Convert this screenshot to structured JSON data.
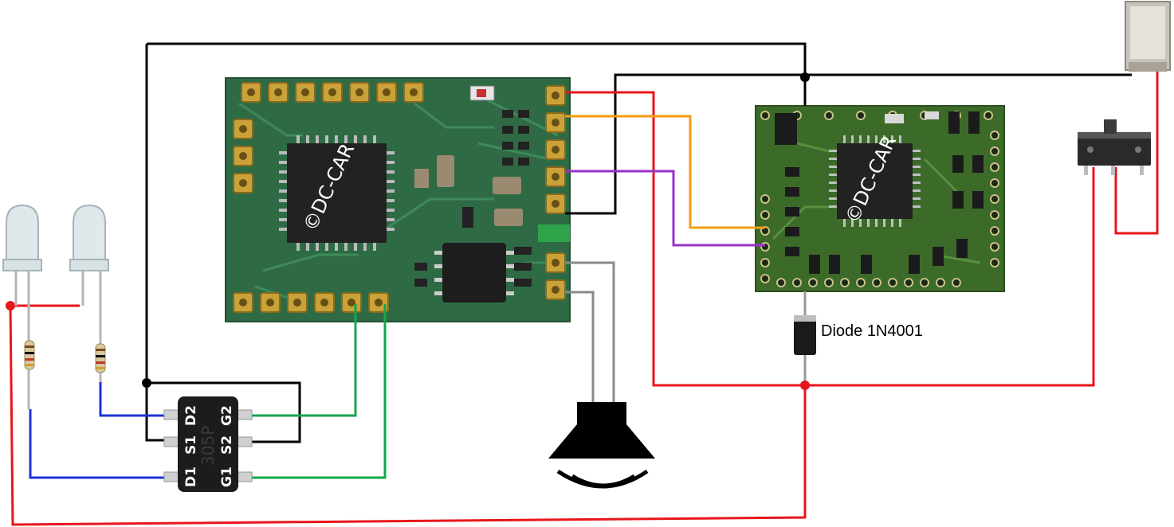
{
  "diagram": {
    "watermark_left": "©DC-CAR",
    "watermark_right": "©DC-CAR",
    "diode_label": "Diode 1N4001",
    "mosfet": {
      "marking": "305P",
      "pins_top": [
        "D2",
        "G2"
      ],
      "pins_middle": [
        "S1",
        "S2"
      ],
      "pins_bottom": [
        "D1",
        "G1"
      ]
    },
    "wire_colors": {
      "black": "#000000",
      "red": "#e8161b",
      "orange": "#f39c12",
      "purple": "#9b30c8",
      "green": "#12a84a",
      "blue": "#1e32d6",
      "grey": "#8a8a8a"
    },
    "icons": [
      "led-left-icon",
      "led-right-icon",
      "resistor-icon",
      "speaker-icon",
      "slide-switch-icon",
      "reed-contact-icon",
      "diode-icon",
      "mosfet-chip-icon",
      "decoder-board-icon",
      "controller-board-icon"
    ]
  }
}
